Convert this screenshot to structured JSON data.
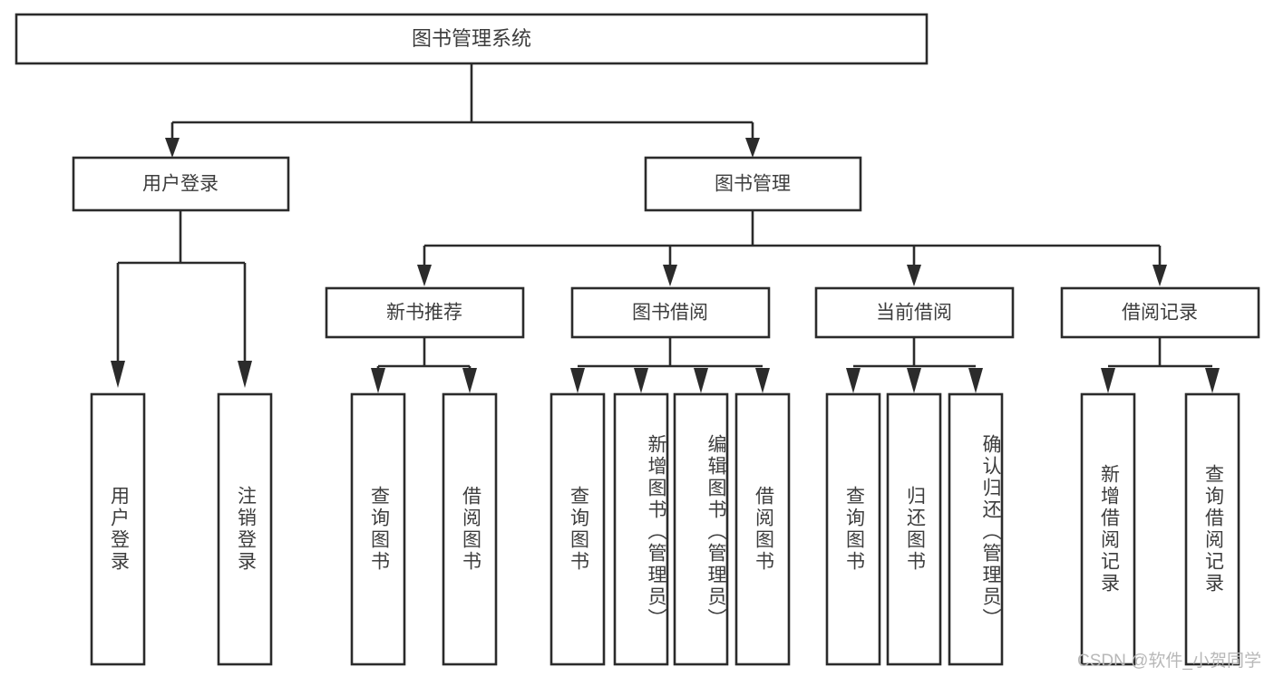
{
  "diagram": {
    "type": "tree-hierarchy",
    "title": "图书管理系统",
    "root": {
      "id": "root",
      "label": "图书管理系统",
      "orientation": "horizontal"
    },
    "level1": [
      {
        "id": "user-login",
        "label": "用户登录",
        "orientation": "horizontal"
      },
      {
        "id": "book-manage",
        "label": "图书管理",
        "orientation": "horizontal"
      }
    ],
    "level2": [
      {
        "id": "new-book-recommend",
        "label": "新书推荐",
        "parent": "book-manage",
        "orientation": "horizontal"
      },
      {
        "id": "book-borrow",
        "label": "图书借阅",
        "parent": "book-manage",
        "orientation": "horizontal"
      },
      {
        "id": "current-borrow",
        "label": "当前借阅",
        "parent": "book-manage",
        "orientation": "horizontal"
      },
      {
        "id": "borrow-record",
        "label": "借阅记录",
        "parent": "book-manage",
        "orientation": "horizontal"
      }
    ],
    "leaves": [
      {
        "id": "leaf-user-login",
        "label": "用户登录",
        "parent": "user-login",
        "orientation": "vertical",
        "align": "center"
      },
      {
        "id": "leaf-logout-login",
        "label": "注销登录",
        "parent": "user-login",
        "orientation": "vertical",
        "align": "center"
      },
      {
        "id": "leaf-query-book-1",
        "label": "查询图书",
        "parent": "new-book-recommend",
        "orientation": "vertical",
        "align": "center"
      },
      {
        "id": "leaf-borrow-book-1",
        "label": "借阅图书",
        "parent": "new-book-recommend",
        "orientation": "vertical",
        "align": "center"
      },
      {
        "id": "leaf-query-book-2",
        "label": "查询图书",
        "parent": "book-borrow",
        "orientation": "vertical",
        "align": "center"
      },
      {
        "id": "leaf-add-book-admin",
        "label": "新增图书（管理员）",
        "parent": "book-borrow",
        "orientation": "vertical",
        "align": "top"
      },
      {
        "id": "leaf-edit-book-admin",
        "label": "编辑图书（管理员）",
        "parent": "book-borrow",
        "orientation": "vertical",
        "align": "top"
      },
      {
        "id": "leaf-borrow-book-2",
        "label": "借阅图书",
        "parent": "book-borrow",
        "orientation": "vertical",
        "align": "center"
      },
      {
        "id": "leaf-query-book-3",
        "label": "查询图书",
        "parent": "current-borrow",
        "orientation": "vertical",
        "align": "center"
      },
      {
        "id": "leaf-return-book",
        "label": "归还图书",
        "parent": "current-borrow",
        "orientation": "vertical",
        "align": "center"
      },
      {
        "id": "leaf-confirm-return-admin",
        "label": "确认归还（管理员）",
        "parent": "current-borrow",
        "orientation": "vertical",
        "align": "top"
      },
      {
        "id": "leaf-add-borrow-record",
        "label": "新增借阅记录",
        "parent": "borrow-record",
        "orientation": "vertical",
        "align": "center"
      },
      {
        "id": "leaf-query-borrow-record",
        "label": "查询借阅记录",
        "parent": "borrow-record",
        "orientation": "vertical",
        "align": "center"
      }
    ]
  },
  "watermark": {
    "text": "CSDN @软件_小贺同学"
  },
  "colors": {
    "stroke": "#2b2b2b",
    "box_fill": "#ffffff",
    "text": "#3d3d3d",
    "background": "#ffffff",
    "watermark": "#b8b8b8"
  }
}
